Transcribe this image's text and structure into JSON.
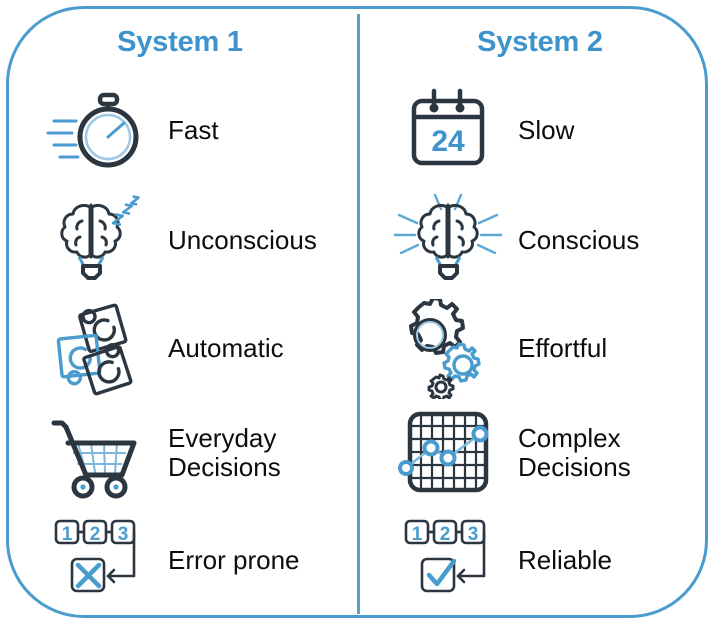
{
  "accent_blue": "#3f93cd",
  "icon_dark": "#2b3641",
  "icon_blue": "#4a9ccf",
  "border_color": "#4a9ccf",
  "label_color": "#0d0d0d",
  "background": "#ffffff",
  "columns": [
    {
      "id": "system-1",
      "title": "System 1",
      "rows": [
        {
          "label": "Fast",
          "icon": "stopwatch-icon"
        },
        {
          "label": "Unconscious",
          "icon": "brain-bulb-sleeping-icon"
        },
        {
          "label": "Automatic",
          "icon": "rotating-cards-icon"
        },
        {
          "label": "Everyday\nDecisions",
          "icon": "shopping-cart-icon"
        },
        {
          "label": "Error prone",
          "icon": "flow-error-x-icon"
        }
      ]
    },
    {
      "id": "system-2",
      "title": "System 2",
      "rows": [
        {
          "label": "Slow",
          "icon": "calendar-icon",
          "calendar_day": "24"
        },
        {
          "label": "Conscious",
          "icon": "brain-bulb-radiating-icon"
        },
        {
          "label": "Effortful",
          "icon": "gears-icon"
        },
        {
          "label": "Complex\nDecisions",
          "icon": "grid-chart-icon"
        },
        {
          "label": "Reliable",
          "icon": "flow-check-icon"
        }
      ]
    }
  ],
  "flow_steps": [
    "1",
    "2",
    "3"
  ]
}
